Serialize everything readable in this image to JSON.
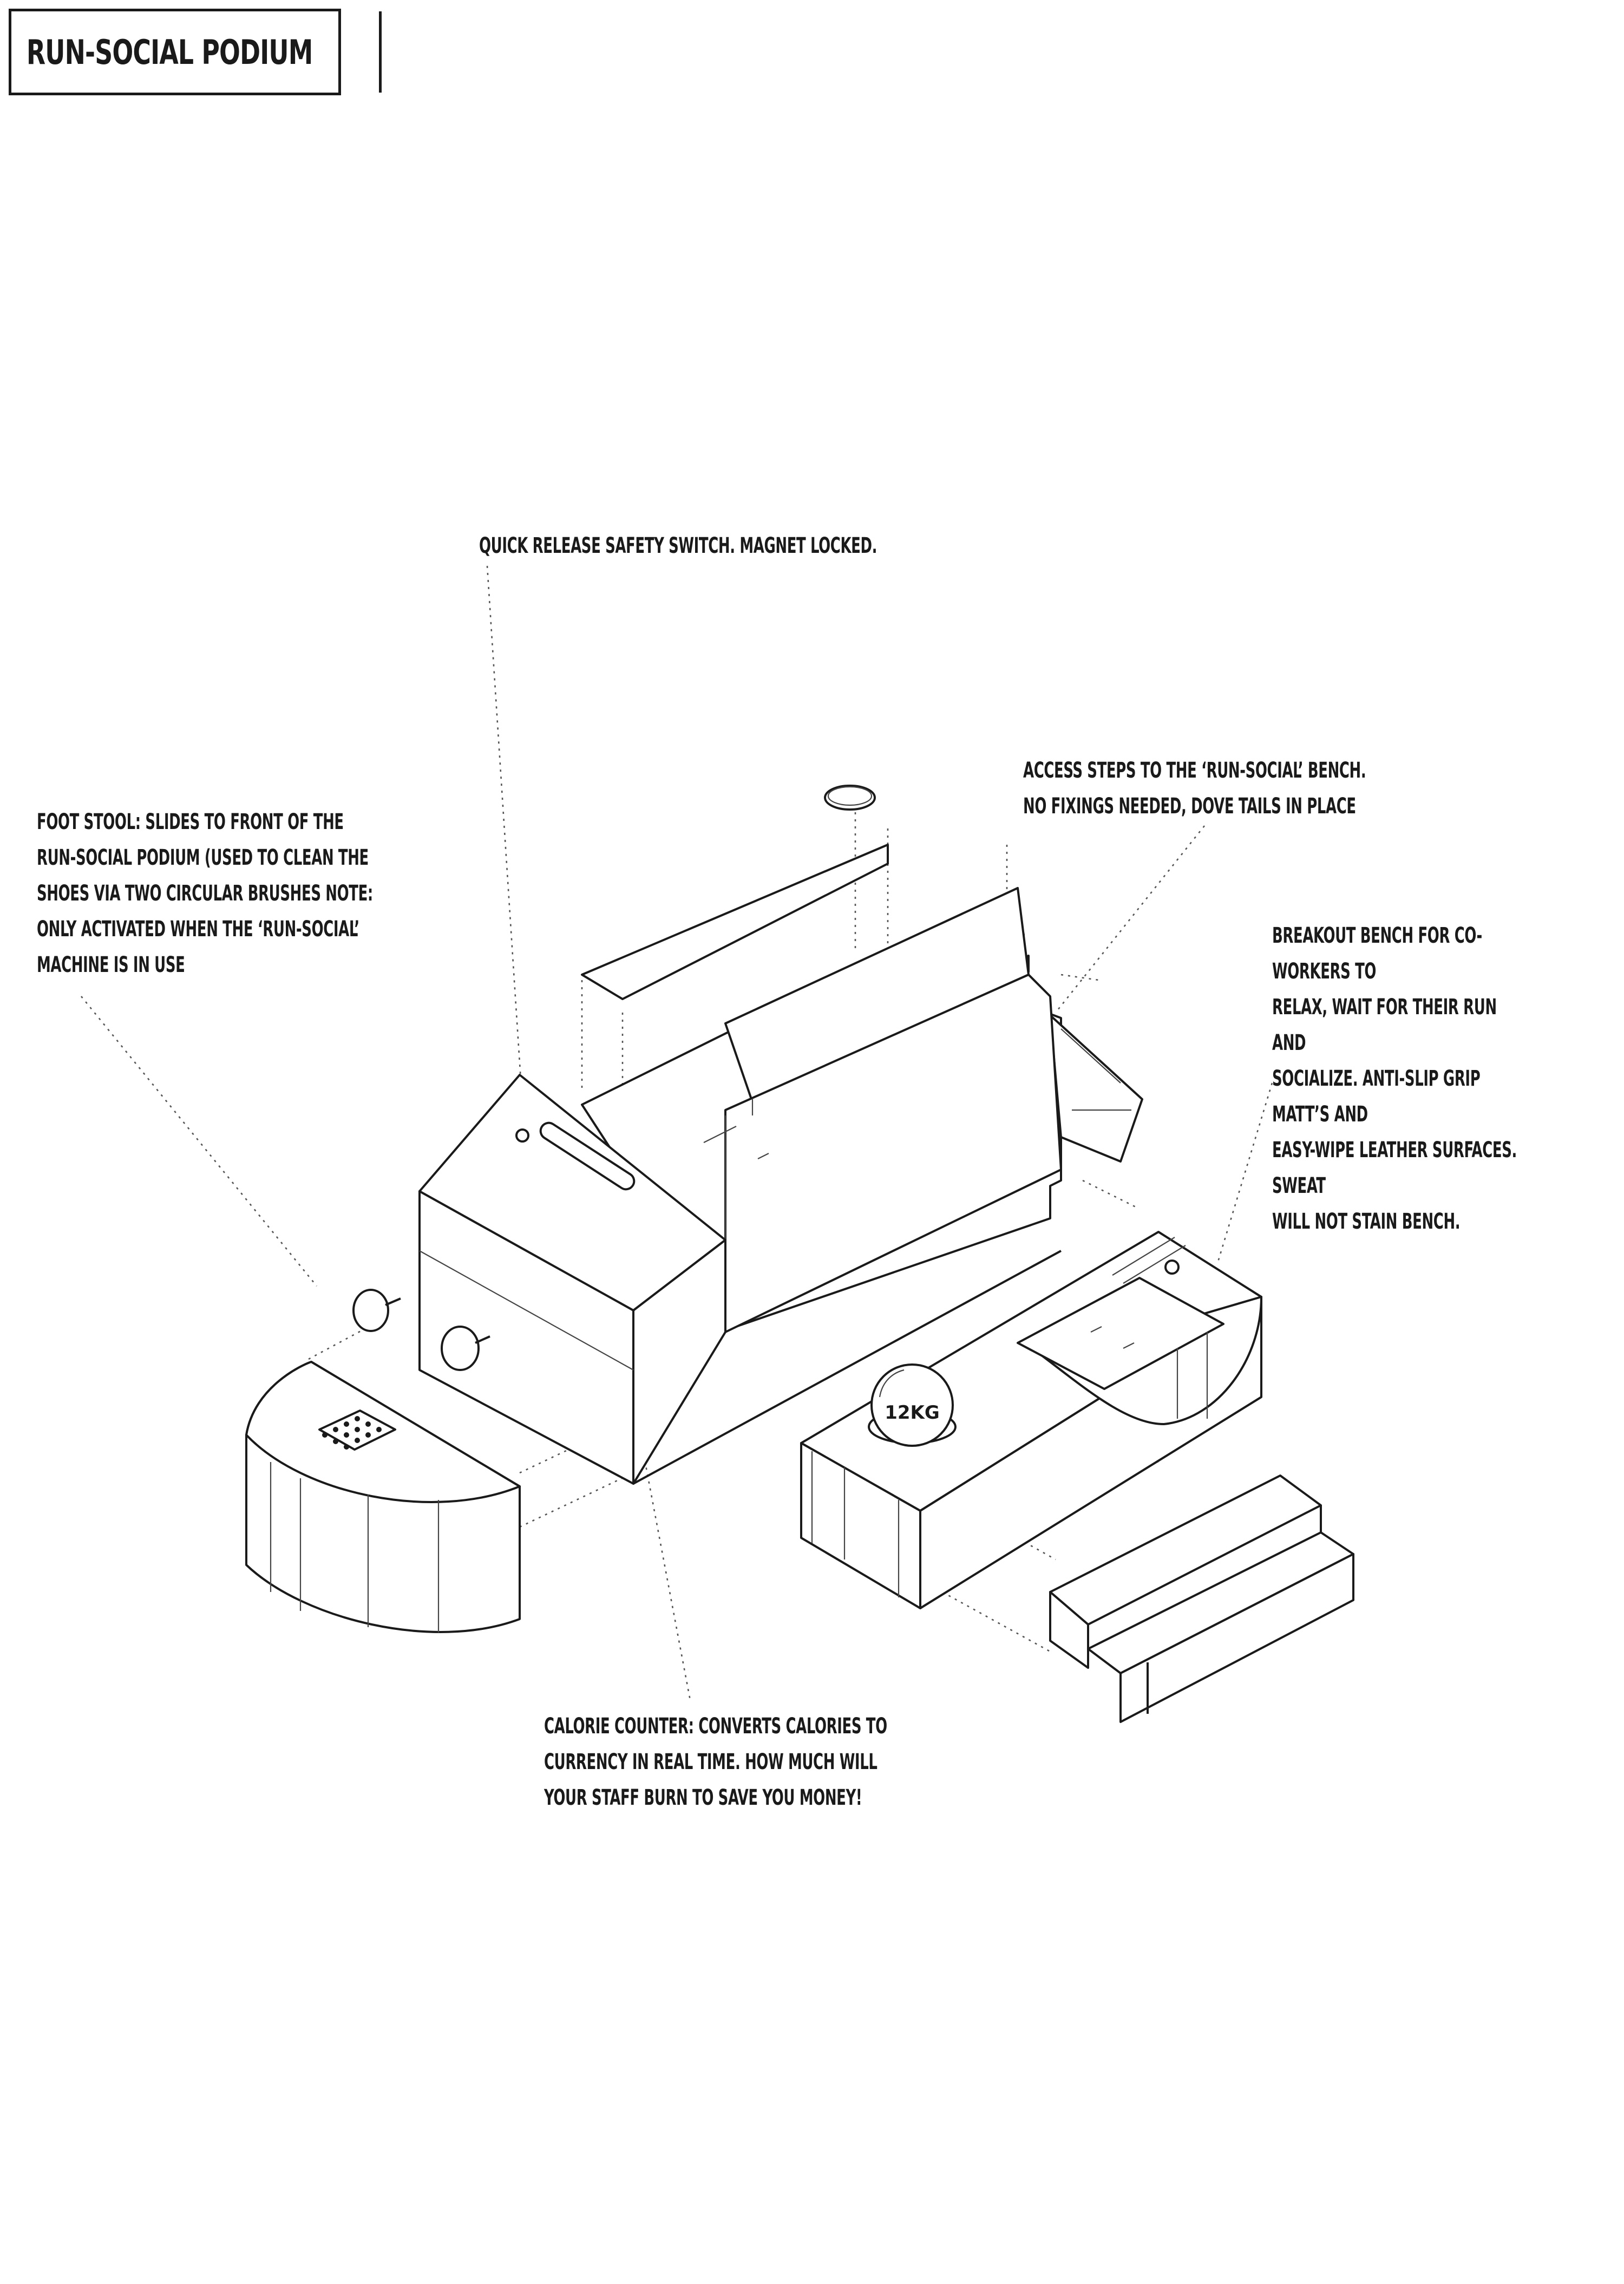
{
  "title": "RUN-SOCIAL PODIUM",
  "labels": {
    "safety_switch": "QUICK RELEASE SAFETY SWITCH. MAGNET LOCKED.",
    "access_steps": "ACCESS STEPS TO THE ‘RUN-SOCIAL’ BENCH.\nNO FIXINGS NEEDED, DOVE TAILS IN PLACE",
    "foot_stool": "FOOT STOOL: SLIDES TO FRONT OF THE\nRUN-SOCIAL PODIUM (USED TO CLEAN THE\nSHOES VIA TWO CIRCULAR BRUSHES NOTE:\nONLY ACTIVATED WHEN THE ‘RUN-SOCIAL’\nMACHINE IS IN USE",
    "breakout_bench": "BREAKOUT BENCH FOR CO-WORKERS TO\nRELAX, WAIT FOR THEIR RUN AND\nSOCIALIZE. ANTI-SLIP GRIP MATT’S AND\nEASY-WIPE LEATHER SURFACES. SWEAT\nWILL NOT STAIN BENCH.",
    "calorie_counter": "CALORIE COUNTER: CONVERTS CALORIES TO\nCURRENCY IN REAL TIME. HOW MUCH WILL\nYOUR STAFF BURN TO SAVE YOU MONEY!"
  },
  "weight_label": "12KG",
  "colors": {
    "ink": "#1a1a1a",
    "paper": "#ffffff"
  }
}
